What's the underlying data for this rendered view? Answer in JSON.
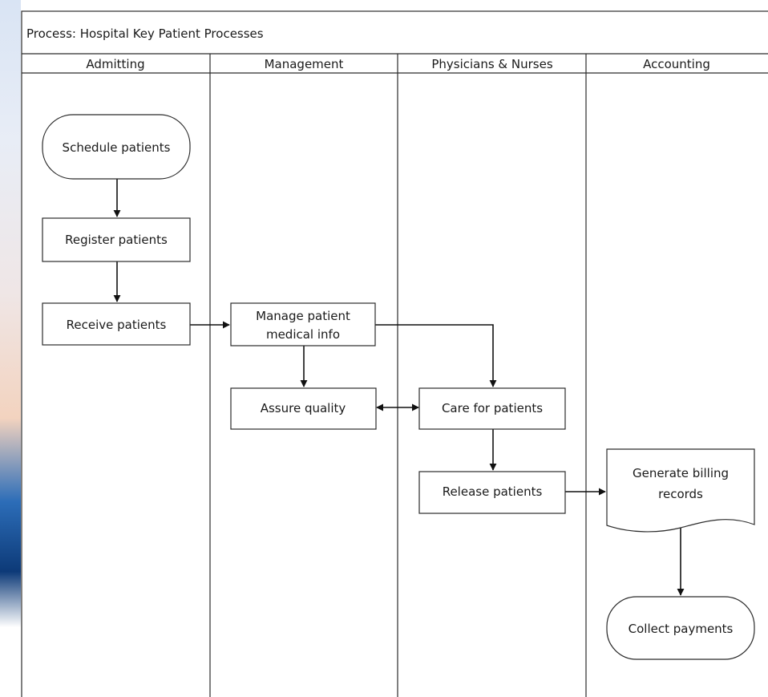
{
  "diagram": {
    "title": "Process: Hospital Key Patient Processes",
    "lanes": [
      "Admitting",
      "Management",
      "Physicians & Nurses",
      "Accounting"
    ],
    "nodes": {
      "schedule": "Schedule patients",
      "register": "Register patients",
      "receive": "Receive patients",
      "manage_1": "Manage patient",
      "manage_2": "medical info",
      "quality": "Assure quality",
      "care": "Care for patients",
      "release": "Release patients",
      "billing_1": "Generate billing",
      "billing_2": "records",
      "collect": "Collect payments"
    },
    "shape_types": {
      "schedule": "terminator",
      "register": "process",
      "receive": "process",
      "manage": "process",
      "quality": "process",
      "care": "process",
      "release": "process",
      "billing": "document",
      "collect": "terminator"
    },
    "edges": [
      {
        "from": "Schedule patients",
        "to": "Register patients"
      },
      {
        "from": "Register patients",
        "to": "Receive patients"
      },
      {
        "from": "Receive patients",
        "to": "Manage patient medical info"
      },
      {
        "from": "Manage patient medical info",
        "to": "Assure quality"
      },
      {
        "from": "Manage patient medical info",
        "to": "Care for patients"
      },
      {
        "from": "Assure quality",
        "to": "Care for patients",
        "bidirectional": true
      },
      {
        "from": "Care for patients",
        "to": "Release patients"
      },
      {
        "from": "Release patients",
        "to": "Generate billing records"
      },
      {
        "from": "Generate billing records",
        "to": "Collect payments"
      }
    ]
  }
}
